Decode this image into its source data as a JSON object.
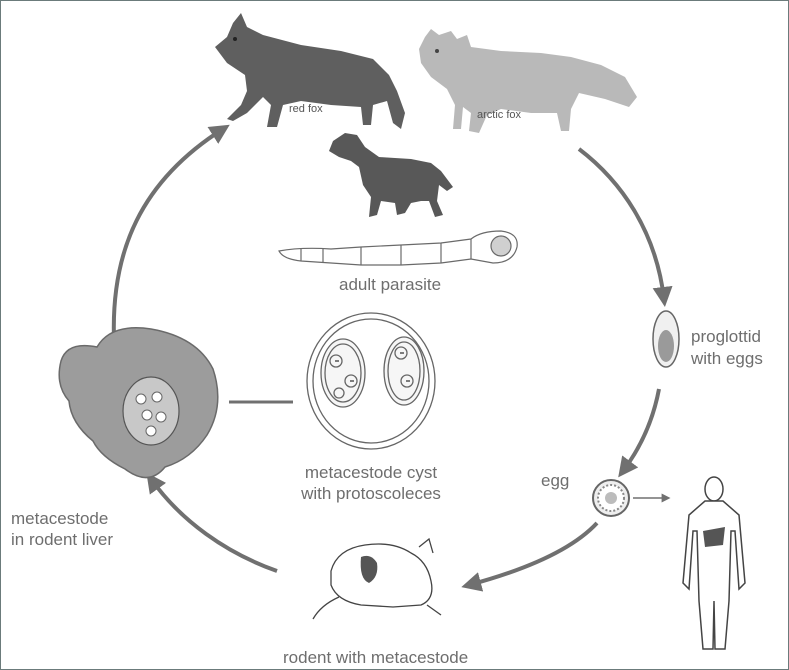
{
  "labels": {
    "red_fox": "red fox",
    "arctic_fox": "arctic fox",
    "adult_parasite": "adult parasite",
    "proglottid_line1": "proglottid",
    "proglottid_line2": "with eggs",
    "egg": "egg",
    "cyst_line1": "metacestode cyst",
    "cyst_line2": "with protoscoleces",
    "liver_line1": "metacestode",
    "liver_line2": "in rodent liver",
    "rodent": "rodent with metacestode"
  },
  "colors": {
    "arrow": "#707070",
    "text": "#6e6e6e",
    "animal_dark": "#5a5a5a",
    "animal_light": "#b0b0b0",
    "liver": "#9a9a9a",
    "frame": "#6b7b7b"
  },
  "icons": [
    "red-fox-icon",
    "arctic-fox-icon",
    "dog-icon",
    "tapeworm-icon",
    "proglottid-icon",
    "egg-icon",
    "human-icon",
    "rodent-icon",
    "rodent-liver-icon",
    "cyst-icon"
  ]
}
